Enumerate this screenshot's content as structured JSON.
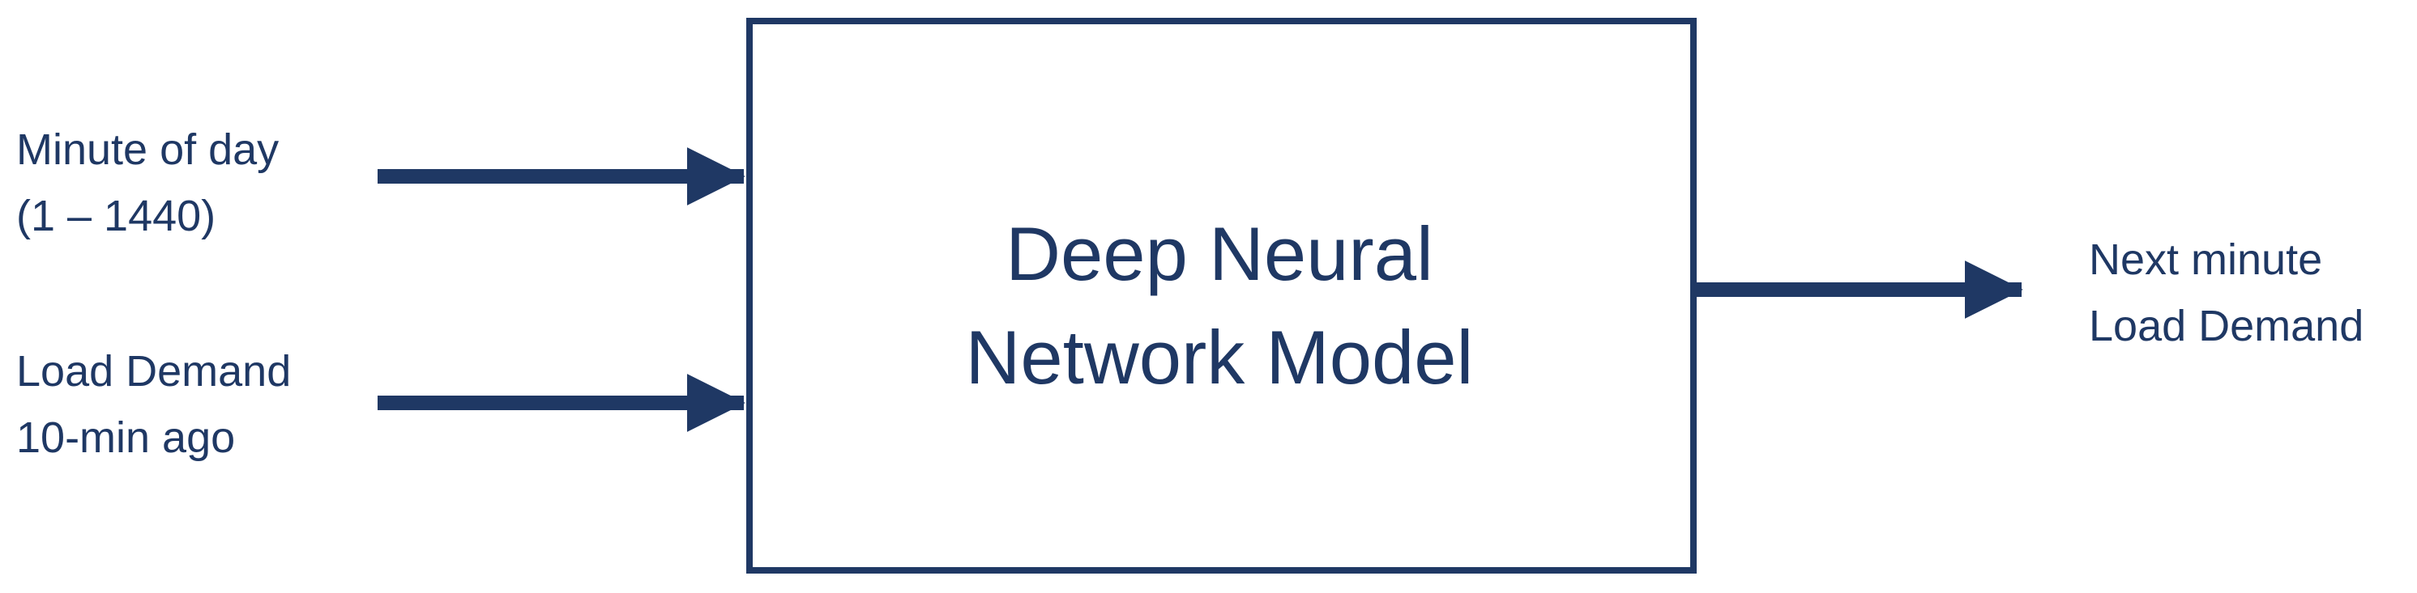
{
  "inputs": [
    {
      "line1": "Minute of day",
      "line2": "(1 – 1440)"
    },
    {
      "line1": "Load Demand",
      "line2": "10-min ago"
    }
  ],
  "model": {
    "line1": "Deep Neural",
    "line2": "Network Model"
  },
  "output": {
    "line1": "Next minute",
    "line2": "Load Demand"
  },
  "colors": {
    "primary": "#1f3864",
    "background": "#ffffff"
  }
}
